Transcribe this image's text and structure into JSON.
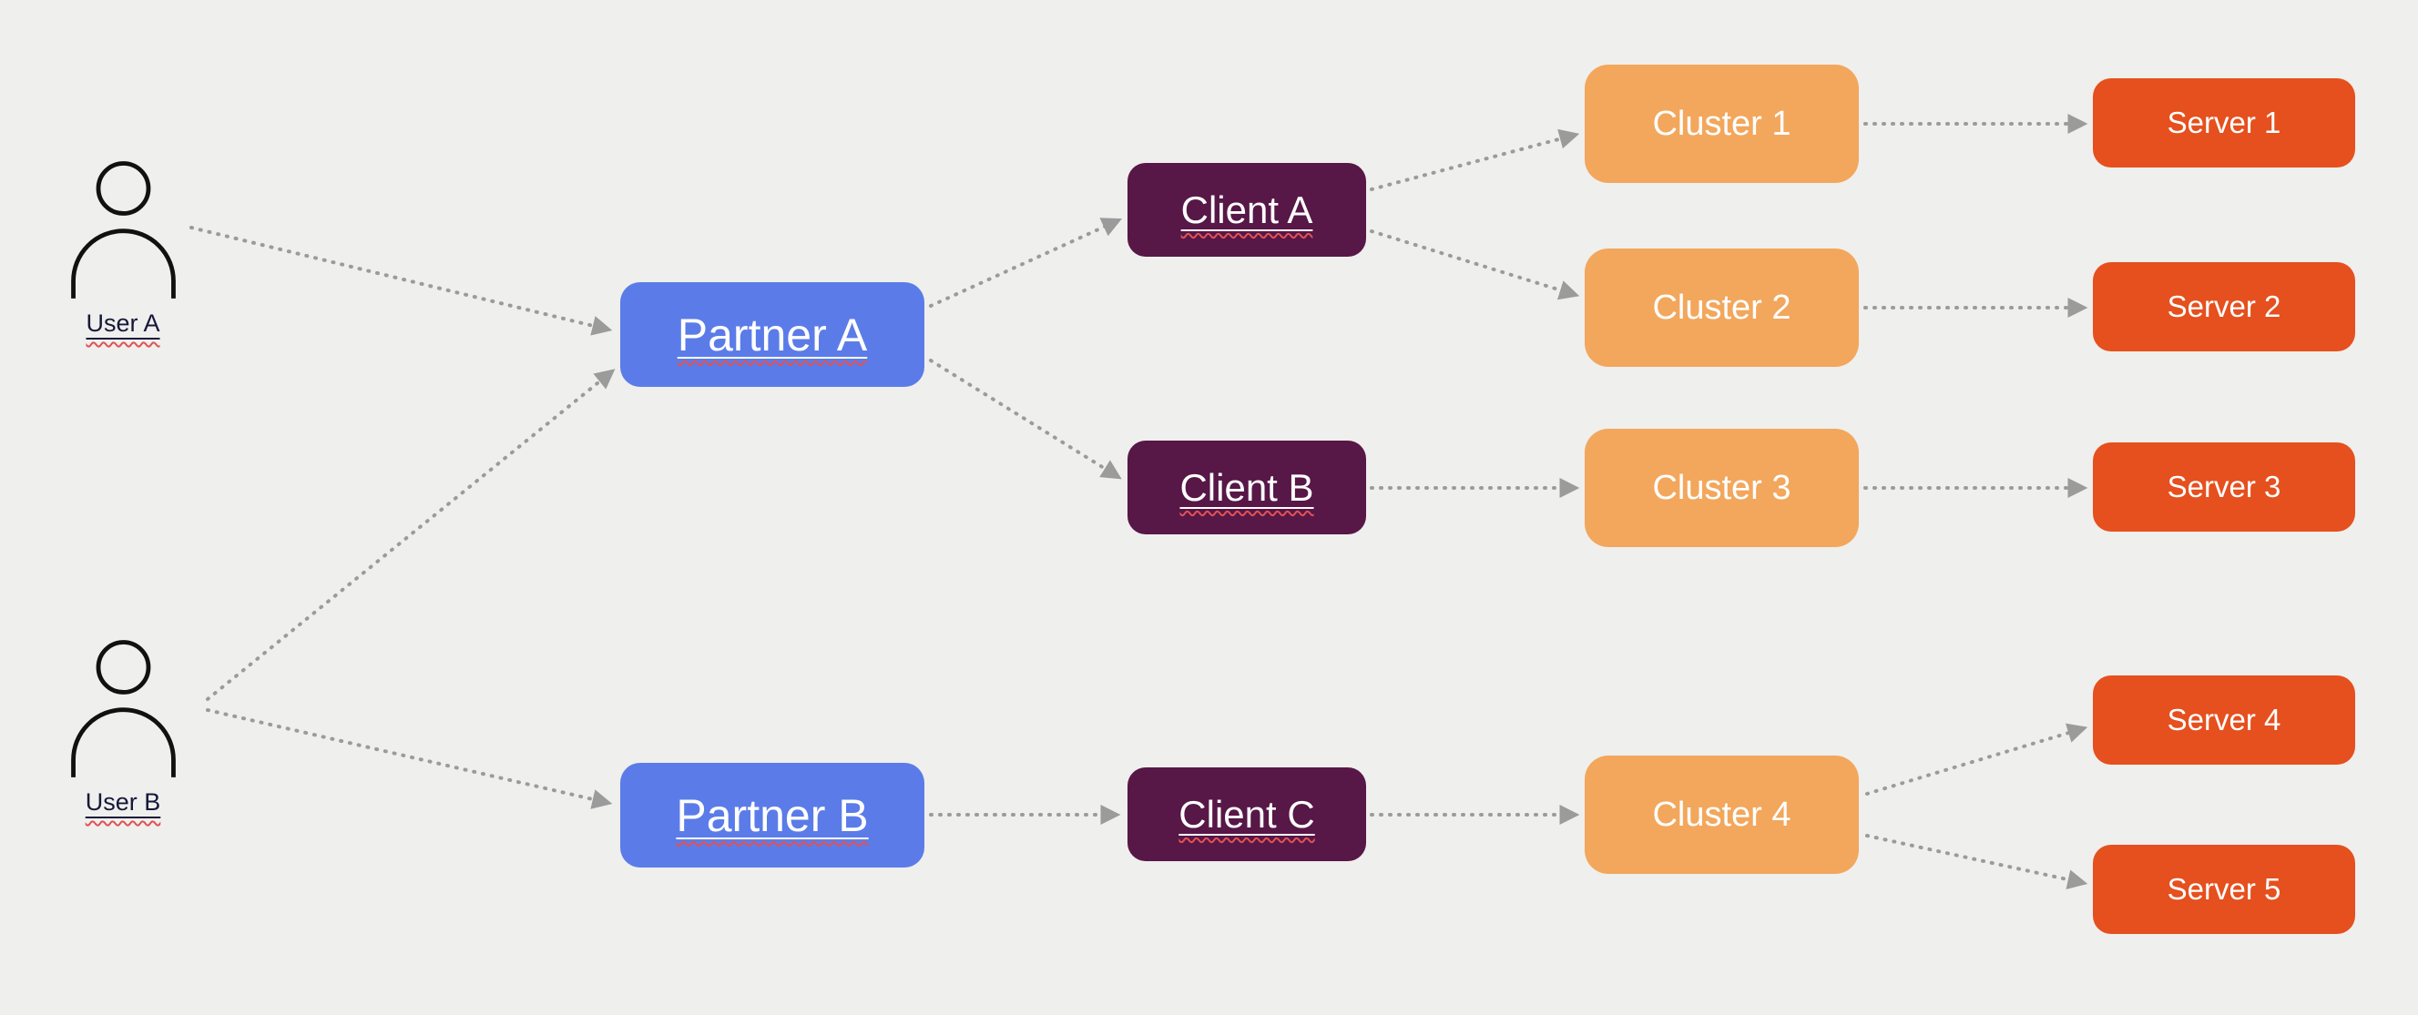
{
  "colors": {
    "background": "#efefed",
    "partner": "#5b7ce8",
    "client": "#571747",
    "cluster": "#f2a75c",
    "server": "#e5501e",
    "connector": "#9b9b9b",
    "node_text": "#ffffff",
    "user_label": "#16183a",
    "user_icon": "#111111"
  },
  "nodes": {
    "user_a": {
      "type": "user",
      "label": "User A"
    },
    "user_b": {
      "type": "user",
      "label": "User B"
    },
    "partner_a": {
      "type": "partner",
      "label": "Partner A"
    },
    "partner_b": {
      "type": "partner",
      "label": "Partner B"
    },
    "client_a": {
      "type": "client",
      "label": "Client A"
    },
    "client_b": {
      "type": "client",
      "label": "Client B"
    },
    "client_c": {
      "type": "client",
      "label": "Client C"
    },
    "cluster_1": {
      "type": "cluster",
      "label": "Cluster 1"
    },
    "cluster_2": {
      "type": "cluster",
      "label": "Cluster 2"
    },
    "cluster_3": {
      "type": "cluster",
      "label": "Cluster 3"
    },
    "cluster_4": {
      "type": "cluster",
      "label": "Cluster 4"
    },
    "server_1": {
      "type": "server",
      "label": "Server 1"
    },
    "server_2": {
      "type": "server",
      "label": "Server 2"
    },
    "server_3": {
      "type": "server",
      "label": "Server 3"
    },
    "server_4": {
      "type": "server",
      "label": "Server 4"
    },
    "server_5": {
      "type": "server",
      "label": "Server 5"
    }
  },
  "edges": [
    {
      "from": "user_a",
      "to": "partner_a"
    },
    {
      "from": "user_b",
      "to": "partner_a"
    },
    {
      "from": "user_b",
      "to": "partner_b"
    },
    {
      "from": "partner_a",
      "to": "client_a"
    },
    {
      "from": "partner_a",
      "to": "client_b"
    },
    {
      "from": "partner_b",
      "to": "client_c"
    },
    {
      "from": "client_a",
      "to": "cluster_1"
    },
    {
      "from": "client_a",
      "to": "cluster_2"
    },
    {
      "from": "client_b",
      "to": "cluster_3"
    },
    {
      "from": "client_c",
      "to": "cluster_4"
    },
    {
      "from": "cluster_1",
      "to": "server_1"
    },
    {
      "from": "cluster_2",
      "to": "server_2"
    },
    {
      "from": "cluster_3",
      "to": "server_3"
    },
    {
      "from": "cluster_4",
      "to": "server_4"
    },
    {
      "from": "cluster_4",
      "to": "server_5"
    }
  ]
}
